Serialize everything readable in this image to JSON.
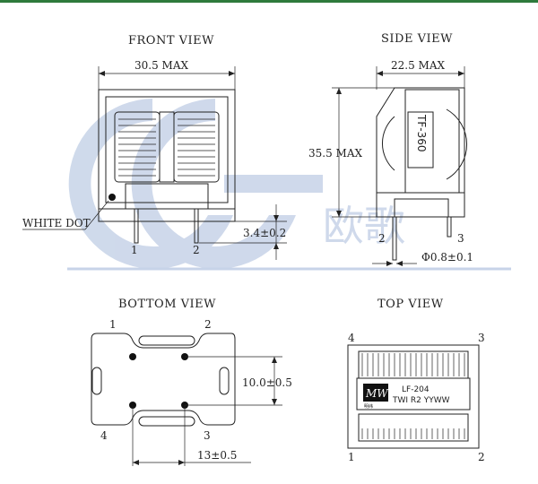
{
  "views": {
    "front": {
      "title": "FRONT VIEW",
      "width_dim": "30.5 MAX",
      "white_dot": "WHITE DOT",
      "pin1": "1",
      "pin2": "2",
      "standoff_dim": "3.4±0.2"
    },
    "side": {
      "title": "SIDE VIEW",
      "width_dim": "22.5 MAX",
      "height_dim": "35.5 MAX",
      "part_label": "TF-360",
      "pin2": "2",
      "pin3": "3",
      "pin_dia_dim": "Φ0.8±0.1"
    },
    "bottom": {
      "title": "BOTTOM VIEW",
      "pin1": "1",
      "pin2": "2",
      "pin3": "3",
      "pin4": "4",
      "pitch_v_dim": "10.0±0.5",
      "pitch_h_dim": "13±0.5"
    },
    "top": {
      "title": "TOP VIEW",
      "pin1": "1",
      "pin2": "2",
      "pin3": "3",
      "pin4": "4",
      "logo": "MW",
      "logo_sub": "明纬",
      "marking_line1": "LF-204",
      "marking_line2": "TWI R2 YYWW"
    }
  },
  "watermark": {
    "text": "欧歌",
    "color": "#c7d3e8"
  }
}
